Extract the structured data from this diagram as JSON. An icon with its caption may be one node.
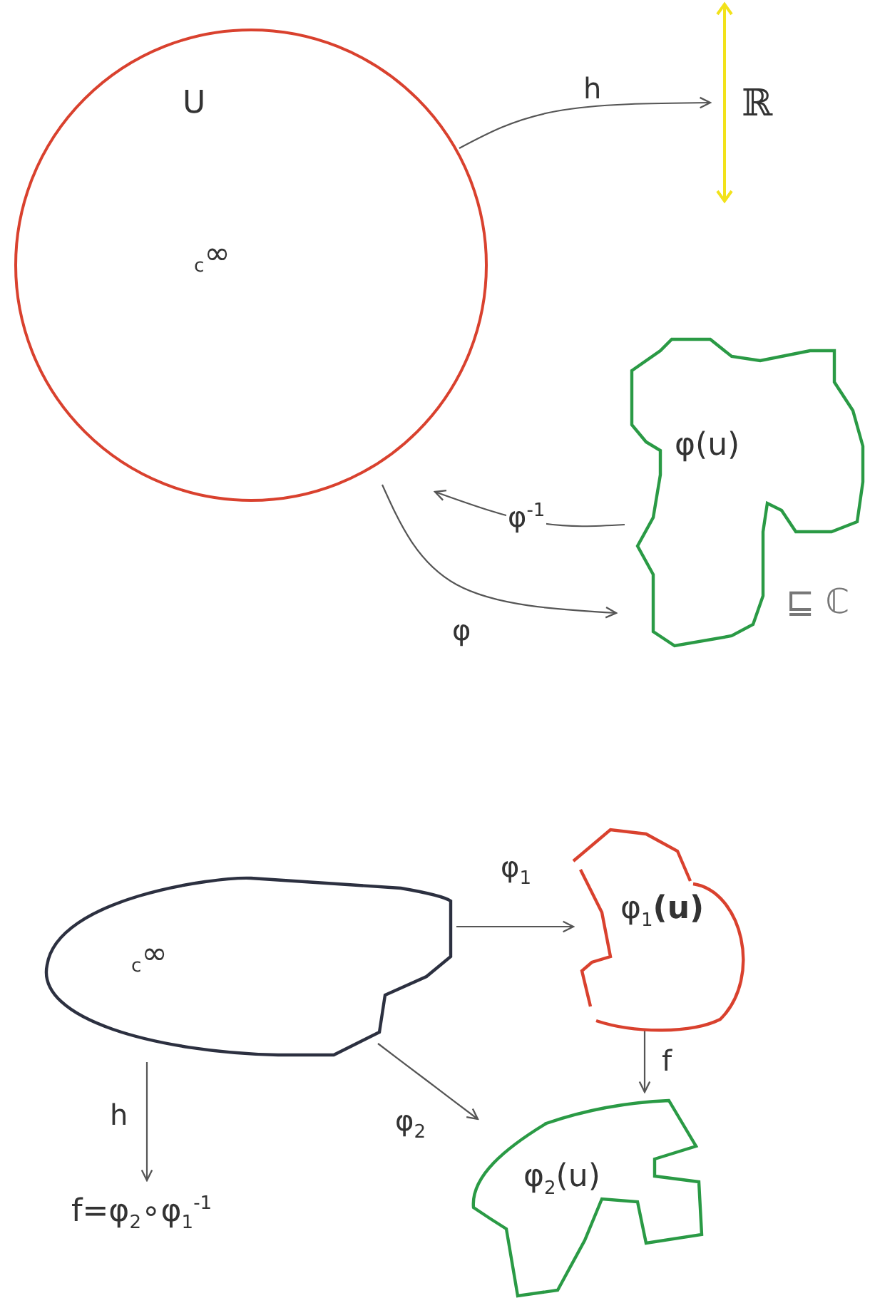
{
  "diagram": {
    "nodes": [
      {
        "text": [
          "U",
          "$_{c}$∞"
        ]
      },
      {
        "text": [
          "ℝ"
        ]
      },
      {
        "text": [
          "φ(u)"
        ],
        "beside": [
          "⊑ ℂ"
        ]
      },
      {
        "text": [
          "$_{c}$∞"
        ]
      },
      {
        "text": [
          "φ$_{1}$**(u)**"
        ]
      },
      {
        "text": [
          "φ$_{2}$(u)"
        ]
      },
      {
        "text": [
          "f=φ$_{2}$∘φ$_{1}$$^{-1}$"
        ]
      }
    ],
    "edges": [
      {
        "from": 0,
        "to": 1,
        "arrow": "to",
        "label": "h"
      },
      {
        "from": 2,
        "to": 0,
        "arrow": "to",
        "label": "φ$^{-1}$"
      },
      {
        "from": 0,
        "to": 2,
        "arrow": "to",
        "label": "φ"
      },
      {
        "from": 3,
        "to": 4,
        "arrow": "to",
        "label": "φ$_{1}$"
      },
      {
        "from": 3,
        "to": 5,
        "arrow": "to",
        "label": "φ$_{2}$"
      },
      {
        "from": 4,
        "to": 5,
        "arrow": "to",
        "label": "f"
      },
      {
        "from": 3,
        "to": 6,
        "arrow": "to",
        "label": "h"
      }
    ]
  }
}
